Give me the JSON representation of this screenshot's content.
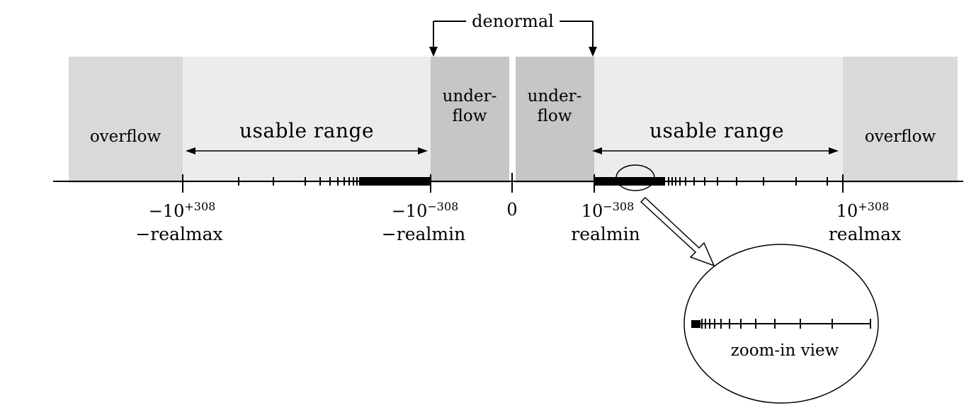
{
  "diagram": {
    "denormal_label": "denormal",
    "regions": {
      "overflow_left": {
        "label": "overflow"
      },
      "usable_left": {
        "label": "usable range"
      },
      "underflow_left": {
        "line1": "under-",
        "line2": "flow"
      },
      "underflow_right": {
        "line1": "under-",
        "line2": "flow"
      },
      "usable_right": {
        "label": "usable range"
      },
      "overflow_right": {
        "label": "overflow"
      }
    },
    "axis": {
      "neg_realmax": {
        "base": "−10",
        "exp": "+308",
        "name": "−realmax"
      },
      "neg_realmin": {
        "base": "−10",
        "exp": "−308",
        "name": "−realmin"
      },
      "zero": "0",
      "realmin": {
        "base": "10",
        "exp": "−308",
        "name": "realmin"
      },
      "realmax": {
        "base": "10",
        "exp": "+308",
        "name": "realmax"
      }
    },
    "zoom": {
      "label": "zoom-in view"
    },
    "colors": {
      "overflow": "#d9d9d9",
      "usable": "#ececec",
      "underflow": "#c6c6c6",
      "ink": "#000000"
    }
  }
}
